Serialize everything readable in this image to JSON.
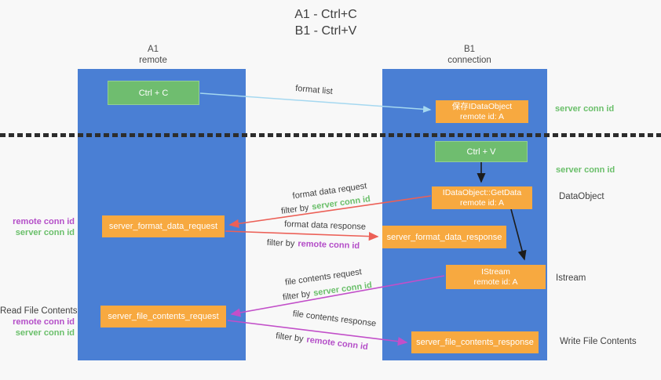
{
  "title": {
    "line1": "A1 - Ctrl+C",
    "line2": "B1 - Ctrl+V"
  },
  "columns": {
    "a": {
      "name": "A1",
      "role": "remote"
    },
    "b": {
      "name": "B1",
      "role": "connection"
    }
  },
  "nodes": {
    "ctrl_c": {
      "label": "Ctrl + C"
    },
    "ctrl_v": {
      "label": "Ctrl + V"
    },
    "save_idataobject": {
      "title": "保存IDataObject",
      "subtitle": "remote id: A"
    },
    "getdata": {
      "title": "IDataObject::GetData",
      "subtitle": "remote id: A"
    },
    "istream": {
      "title": "IStream",
      "subtitle": "remote id: A"
    },
    "format_request": {
      "label": "server_format_data_request"
    },
    "format_response": {
      "label": "server_format_data_response"
    },
    "file_request": {
      "label": "server_file_contents_request"
    },
    "file_response": {
      "label": "server_file_contents_response"
    }
  },
  "edges": {
    "format_list": {
      "label": "format list"
    },
    "format_data_request": {
      "label": "format data request",
      "filter_prefix": "filter by",
      "filter_key": "server conn id"
    },
    "format_data_response": {
      "label": "format data response",
      "filter_prefix": "filter by",
      "filter_key": "remote conn id"
    },
    "file_contents_request": {
      "label": "file contents request",
      "filter_prefix": "filter by",
      "filter_key": "server conn id"
    },
    "file_contents_response": {
      "label": "file contents response",
      "filter_prefix": "filter by",
      "filter_key": "remote conn id"
    }
  },
  "annotations": {
    "right": {
      "server_conn_id_top": "server conn id",
      "server_conn_id_mid": "server conn id",
      "dataobject": "DataObject",
      "istream": "Istream",
      "write_file_contents": "Write File Contents"
    },
    "left": {
      "remote_conn_id_1": "remote conn id",
      "server_conn_id_1": "server conn id",
      "read_file_contents": "Read File Contents",
      "remote_conn_id_2": "remote conn id",
      "server_conn_id_2": "server conn id"
    }
  },
  "colors": {
    "lifeline_blue": "#4a7fd4",
    "node_green": "#6fbd6f",
    "node_orange": "#f7a940",
    "arrow_light_blue": "#a5d8f0",
    "arrow_red": "#ec6057",
    "arrow_magenta": "#c24fc9",
    "arrow_black": "#1c1c1c",
    "text_green": "#6abf6a",
    "text_purple": "#b44ec8",
    "text_dark": "#3f3f3f"
  }
}
